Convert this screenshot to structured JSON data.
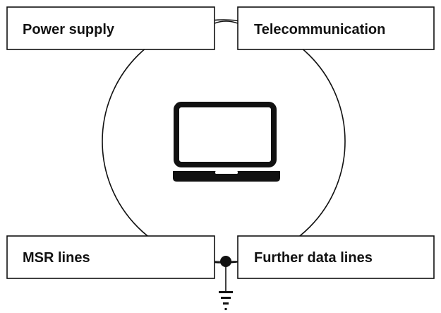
{
  "diagram": {
    "boxes": {
      "power_supply": "Power supply",
      "telecommunication": "Telecommunication",
      "msr_lines": "MSR lines",
      "further_data_lines": "Further data lines"
    },
    "center_icon": "laptop-icon",
    "ground_icon": "ground-symbol-icon",
    "colors": {
      "stroke": "#111111",
      "background": "#ffffff"
    }
  }
}
